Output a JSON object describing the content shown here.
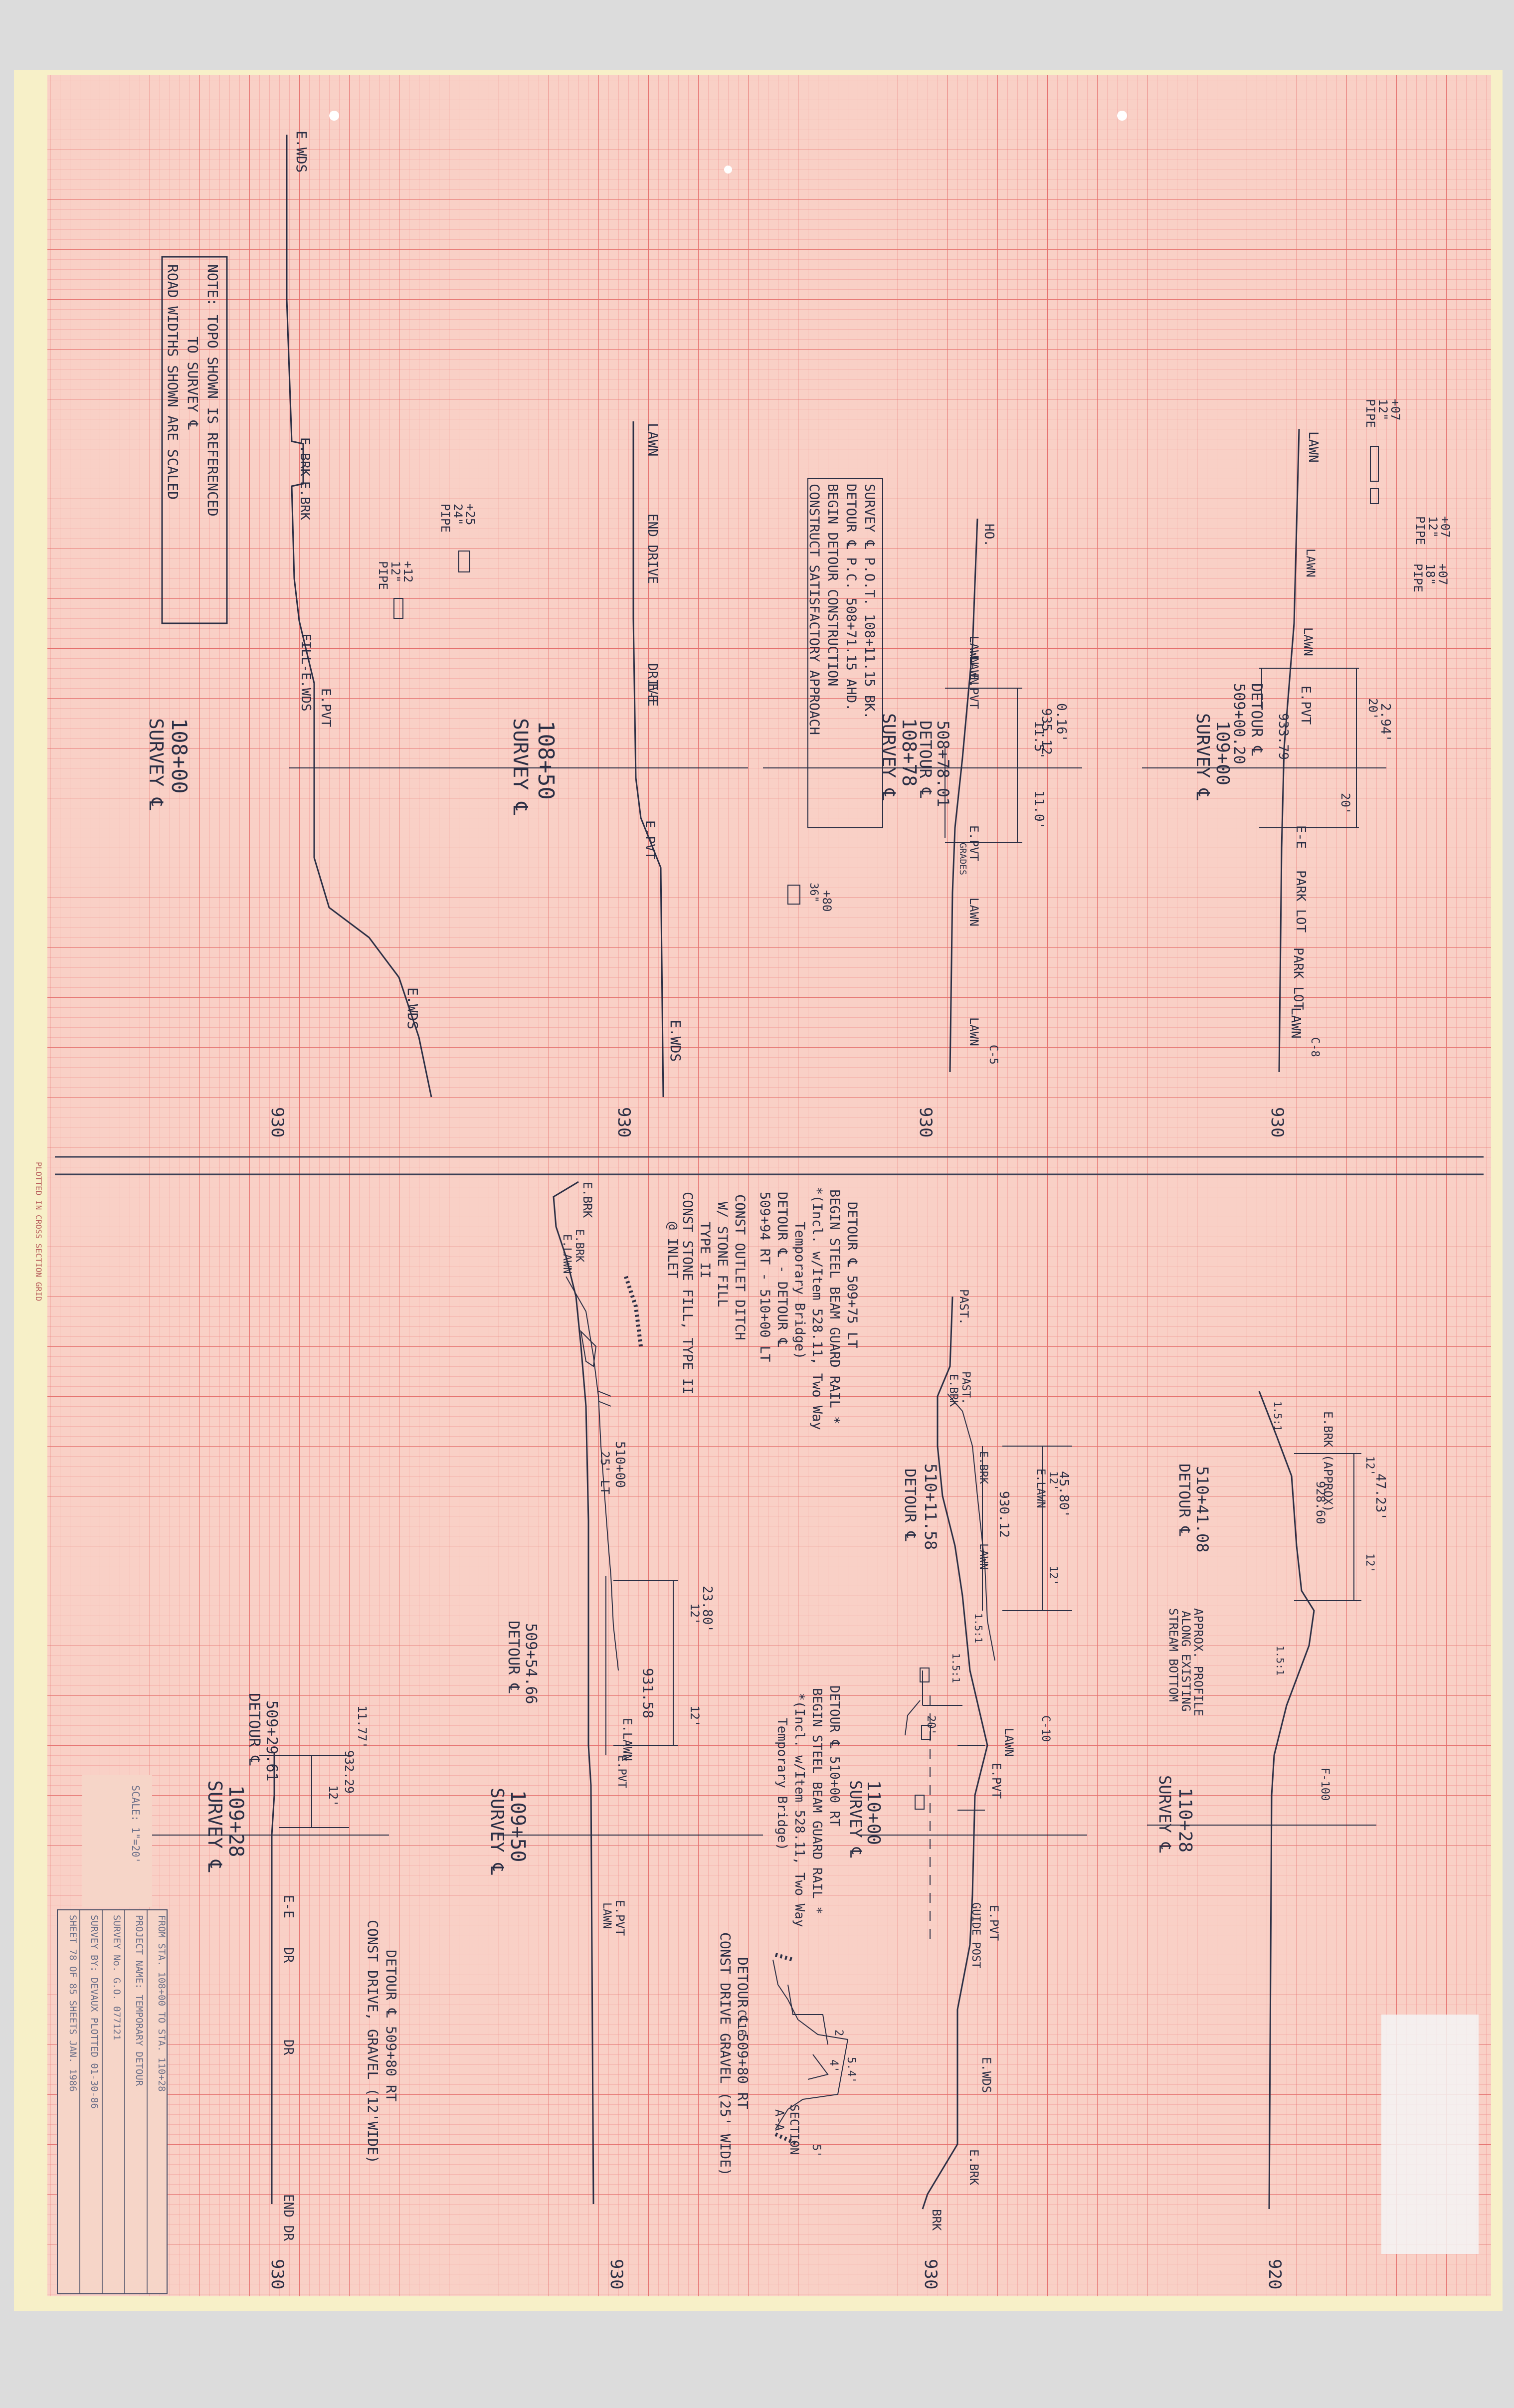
{
  "top_half": {
    "note": [
      "NOTE: TOPO SHOWN IS REFERENCED",
      "TO SURVEY ℄",
      "ROAD WIDTHS SHOWN ARE SCALED"
    ],
    "s1": {
      "station": "108+00",
      "survey": "SURVEY ℄",
      "elev": "930",
      "labels": [
        "E.WDS",
        "E.BRK",
        "E.BRK",
        "FILL-E.WDS",
        "E.PVT",
        "E.WDS"
      ],
      "pipe1": [
        "+25",
        "24\"",
        "PIPE"
      ],
      "pipe2": [
        "+12",
        "12\"",
        "PIPE"
      ]
    },
    "s2": {
      "station": "108+50",
      "survey": "SURVEY ℄",
      "elev": "930",
      "labels": [
        "LAWN",
        "END DRIVE",
        "DRIVE",
        "E-E",
        "E.PVT",
        "E.WDS"
      ],
      "box": [
        "SURVEY ℄ P.O.T. 108+11.15 BK.",
        "DETOUR ℄ P.C. 508+71.15 AHD.",
        "BEGIN DETOUR CONSTRUCTION",
        "CONSTRUCT SATISFACTORY APPROACH"
      ],
      "pipe": [
        "+80",
        "36\""
      ]
    },
    "s3": {
      "station": "108+78",
      "survey": "SURVEY ℄",
      "elev": "930",
      "sheet_ref": "C-5",
      "detour": [
        "508+78.01",
        "DETOUR ℄"
      ],
      "dims": [
        "0.16'",
        "935.12",
        "11.5'",
        "11.0'"
      ],
      "labels": [
        "HO.",
        "LAWN",
        "LAWN",
        "E.PVT",
        "E.PVT",
        "LAWN",
        "LAWN"
      ],
      "grade": "GRADES"
    },
    "s4": {
      "station": "109+00",
      "survey": "SURVEY ℄",
      "elev": "930",
      "sheet_ref": "C-8",
      "detour": [
        "DETOUR ℄",
        "509+00.20"
      ],
      "dims": [
        "2.94'",
        "20'",
        "933.79",
        "20'"
      ],
      "labels": [
        "LAWN",
        "LAWN",
        "LAWN",
        "E.PVT",
        "E-E",
        "PARK LOT",
        "PARK LOT",
        "LAWN"
      ],
      "pipes": [
        [
          "+07",
          "12\"",
          "PIPE"
        ],
        [
          "+07",
          "12\"",
          "PIPE"
        ],
        [
          "+07",
          "18\"",
          "PIPE"
        ]
      ]
    }
  },
  "bottom_half": {
    "b1": {
      "station": "109+28",
      "survey": "SURVEY ℄",
      "elev": "930",
      "detour": [
        "509+29.61",
        "DETOUR ℄"
      ],
      "dims": [
        "11.77'",
        "932.29",
        "12'"
      ],
      "labels": [
        "E-E",
        "DR",
        "DR",
        "END DR"
      ],
      "note": [
        "DETOUR ℄ 509+80 RT",
        "CONST DRIVE, GRAVEL (12'WIDE)"
      ]
    },
    "b2": {
      "station": "109+50",
      "survey": "SURVEY ℄",
      "elev": "930",
      "sheet_ref": "C-16",
      "detour": [
        "509+54.66",
        "DETOUR ℄"
      ],
      "dims": [
        "23.80'",
        "12'",
        "931.58",
        "12'"
      ],
      "station2": [
        "510+00",
        "25' LT"
      ],
      "labels": [
        "E.BRK",
        "E.BRK",
        "E.LAWN",
        "E.LAWN",
        "E.PVT",
        "E.PVT",
        "LAWN"
      ],
      "note": [
        "DETOUR ℄ 509+80 RT",
        "CONST DRIVE GRAVEL (25' WIDE)"
      ],
      "box_notes": [
        "DETOUR ℄ 509+75 LT",
        "BEGIN STEEL BEAM GUARD RAIL *",
        "*(Incl. w/Item 528.11, Two Way",
        "Temporary Bridge)",
        "DETOUR ℄ - DETOUR ℄",
        "509+94 RT - 510+00 LT",
        "CONST OUTLET DITCH",
        "W/ STONE FILL",
        "TYPE II",
        "CONST STONE FILL, TYPE II",
        "@ INLET"
      ]
    },
    "b3": {
      "station": "110+00",
      "survey": "SURVEY ℄",
      "elev": "930",
      "sheet_ref": "C-10",
      "detour": [
        "510+11.58",
        "DETOUR ℄"
      ],
      "dims": [
        "45.80'",
        "12'",
        "930.12",
        "12'",
        "20'"
      ],
      "labels": [
        "PAST.",
        "PAST.",
        "E.BRK",
        "E.BRK",
        "E.LAWN",
        "LAWN",
        "LAWN",
        "E.PVT",
        "E.PVT",
        "GUIDE POST",
        "E.WDS",
        "E.BRK",
        "BRK"
      ],
      "note": [
        "DETOUR ℄ 510+00 RT",
        "BEGIN STEEL BEAM GUARD RAIL *",
        "*(Incl. w/Item 528.11, Two Way",
        "Temporary Bridge)"
      ],
      "section": [
        "SECTION",
        "A-A"
      ],
      "sec_dims": [
        "5.4'",
        "4'",
        "5'",
        "2"
      ],
      "slopes": [
        "1.5:1",
        "1.5:1"
      ]
    },
    "b4": {
      "station": "110+28",
      "survey": "SURVEY ℄",
      "elev": "920",
      "sheet_ref": "F-100",
      "detour": [
        "510+41.08",
        "DETOUR ℄"
      ],
      "dims": [
        "47.23'",
        "12'",
        "928.60",
        "12'"
      ],
      "labels": [
        "E.BRK (APPROX)",
        "1.5:1",
        "1.5:1"
      ],
      "note": [
        "APPROX. PROFILE",
        "ALONG EXISTING",
        "STREAM BOTTOM"
      ]
    }
  },
  "title_block": {
    "lines": [
      "FROM STA. 108+00 TO STA. 110+28",
      "PROJECT NAME: TEMPORARY DETOUR",
      "SURVEY No.   G.O. 077121",
      "SURVEY BY: DEVAUX    PLOTTED 01-30-86",
      "SHEET   78   OF  85  SHEETS     JAN. 1986"
    ],
    "scale": "SCALE: 1\"=20'"
  },
  "margin_text": "PLOTTED IN CROSS SECTION GRID"
}
